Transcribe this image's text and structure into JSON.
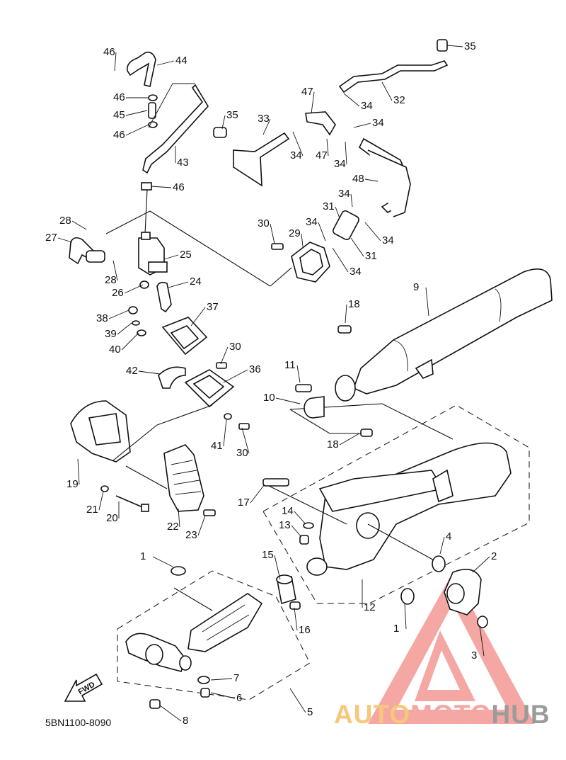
{
  "diagram": {
    "catalog_code": "5BN1100-8090",
    "fwd_label": "FWD",
    "watermark": {
      "part1": "AUTO",
      "part2": "MOTO",
      "part3": "HUB"
    },
    "accent_colors": {
      "triangle": "#f4a7a3",
      "auto": "#f6c87a",
      "moto": "#f4a7a3",
      "hub": "#9b9b9b"
    },
    "callouts": [
      "46",
      "44",
      "46",
      "45",
      "46",
      "43",
      "46",
      "35",
      "33",
      "47",
      "34",
      "34",
      "47",
      "34",
      "34",
      "32",
      "35",
      "48",
      "34",
      "31",
      "34",
      "31",
      "30",
      "29",
      "34",
      "34",
      "28",
      "27",
      "25",
      "28",
      "26",
      "24",
      "38",
      "37",
      "39",
      "40",
      "30",
      "42",
      "36",
      "19",
      "41",
      "30",
      "9",
      "18",
      "11",
      "10",
      "18",
      "17",
      "14",
      "13",
      "21",
      "20",
      "22",
      "23",
      "15",
      "16",
      "4",
      "2",
      "12",
      "1",
      "1",
      "3",
      "7",
      "6",
      "5",
      "8"
    ]
  }
}
